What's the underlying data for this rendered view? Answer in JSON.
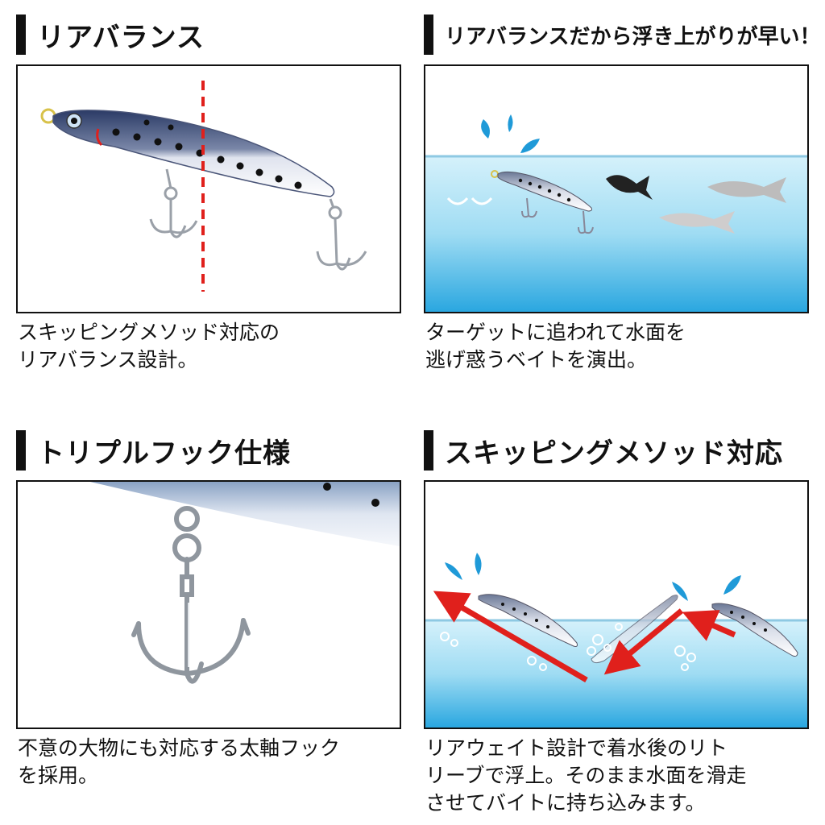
{
  "panels": [
    {
      "heading": "リアバランス",
      "caption_lines": [
        "スキッピングメソッド対応の",
        "リアバランス設計。"
      ]
    },
    {
      "heading": "リアバランスだから浮き上がりが早い！",
      "caption_lines": [
        "ターゲットに追われて水面を",
        "逃げ惑うベイトを演出。"
      ]
    },
    {
      "heading": "トリプルフック仕様",
      "caption_lines": [
        "不意の大物にも対応する太軸フック",
        "を採用。"
      ]
    },
    {
      "heading": "スキッピングメソッド対応",
      "caption_lines": [
        "リアウェイト設計で着水後のリト",
        "リーブで浮上。そのまま水面を滑走",
        "させてバイトに持ち込みます。"
      ]
    }
  ],
  "colors": {
    "accent_red": "#e0201c",
    "water_top": "#cdeefb",
    "water_mid": "#7fd0f0",
    "water_deep": "#2aa7e0",
    "lure_back": "#2b3b66",
    "lure_belly": "#e8ecf4"
  },
  "icons": [
    "rear-balance-line",
    "splash-drop-icon",
    "arrow-icon",
    "treble-hook",
    "bubble-icon"
  ]
}
